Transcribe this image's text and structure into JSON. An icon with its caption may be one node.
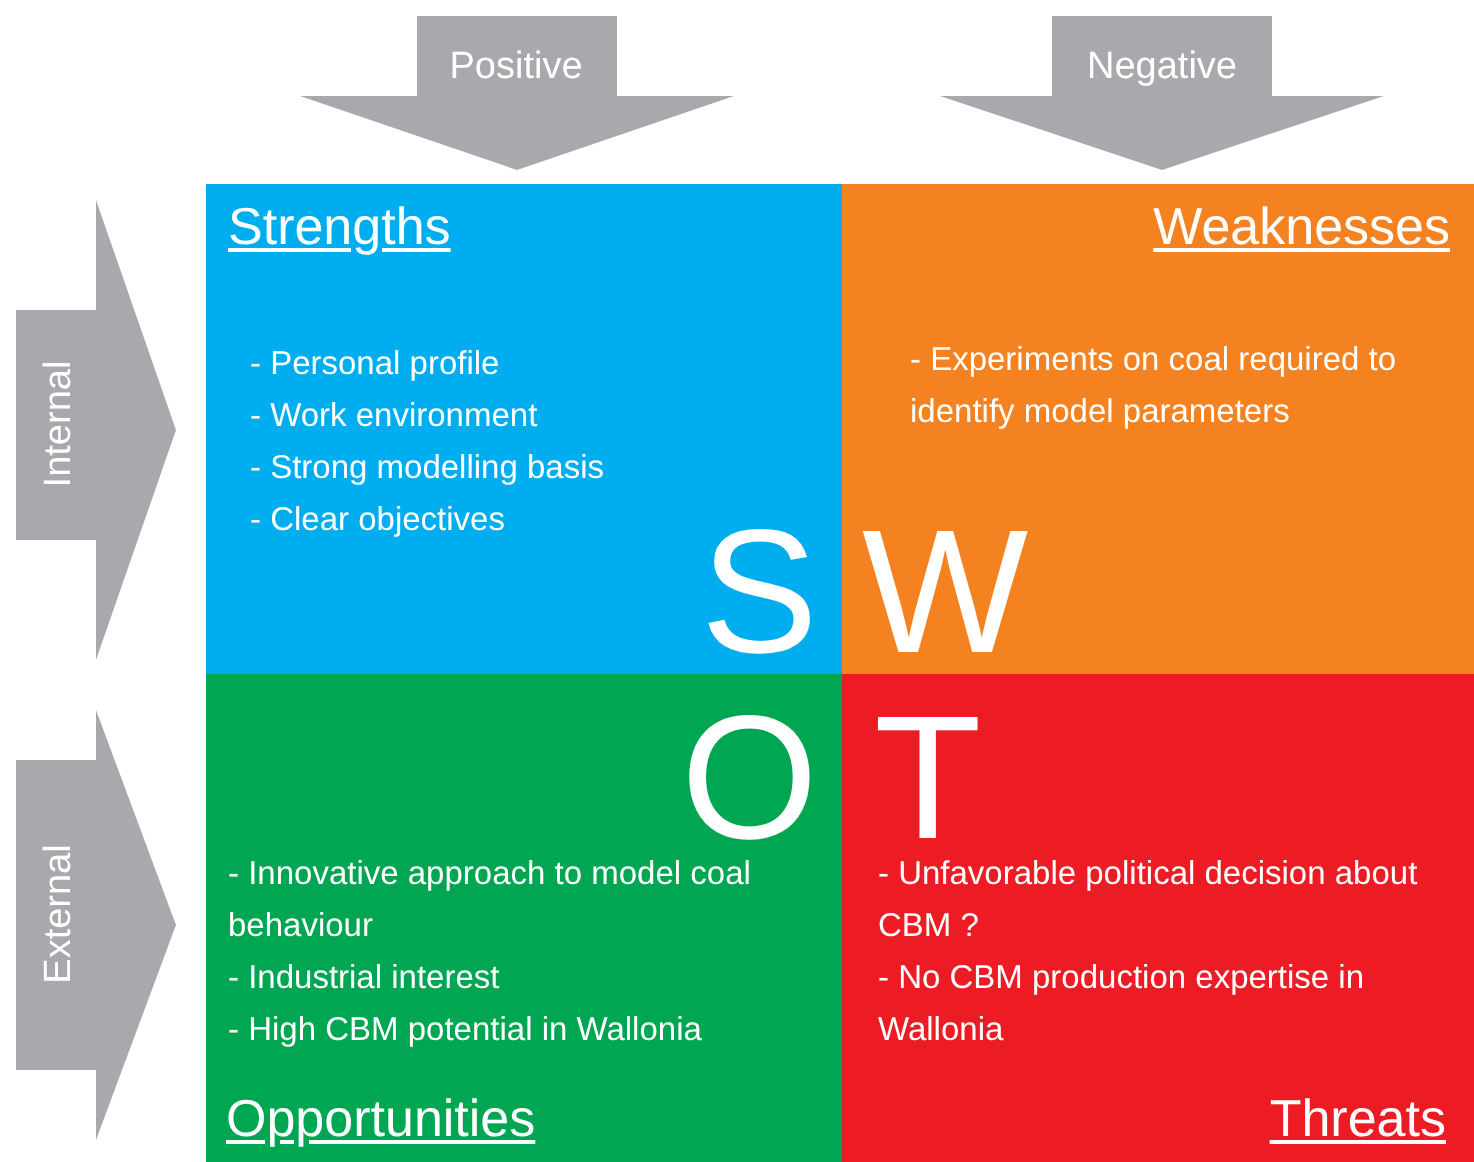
{
  "diagram": {
    "nodes": [
      {
        "text": [
          "Positive"
        ]
      },
      {
        "text": [
          "Negative"
        ]
      },
      {
        "text": [
          "Internal"
        ]
      },
      {
        "text": [
          "External"
        ]
      },
      {
        "text": [
          "Strengths",
          "- Personal profile",
          "- Work environment",
          "- Strong modelling basis",
          "- Clear objectives",
          "S"
        ]
      },
      {
        "text": [
          "Weaknesses",
          "- Experiments on coal required to identify model parameters",
          "W"
        ]
      },
      {
        "text": [
          "O",
          "- Innovative approach to model coal behaviour",
          "- Industrial interest",
          "- High CBM potential in Wallonia",
          "Opportunities"
        ]
      },
      {
        "text": [
          "T",
          "- Unfavorable political decision about CBM ?",
          "- No CBM production expertise in Wallonia",
          "Threats"
        ]
      }
    ]
  }
}
